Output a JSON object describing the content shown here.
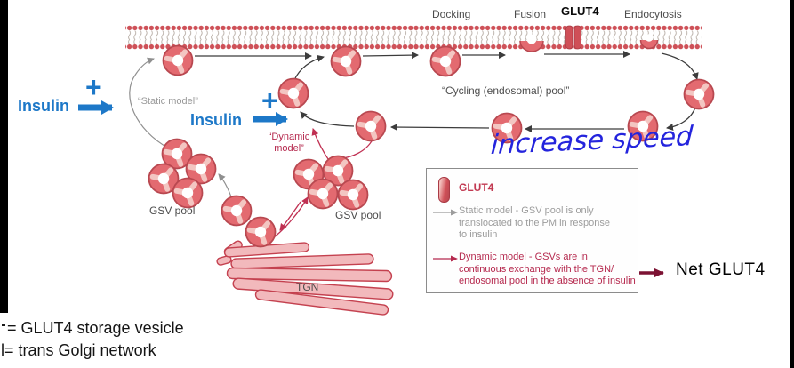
{
  "figure": {
    "insulin_left_label": "Insulin",
    "insulin_mid_label": "Insulin",
    "plus_left": "+",
    "plus_mid": "+",
    "static_model_label": "“Static model”",
    "dynamic_model_lines": [
      "“Dynamic",
      "model”"
    ],
    "membrane_labels": {
      "docking": "Docking",
      "fusion": "Fusion",
      "glut4": "GLUT4",
      "endocytosis": "Endocytosis"
    },
    "cycling_pool_label": "“Cycling (endosomal) pool”",
    "gsv_pool_left_label": "GSV pool",
    "gsv_pool_right_label": "GSV pool",
    "tgn_label": "TGN"
  },
  "annotations": {
    "handwriting": "increase speed",
    "net_glut4": "Net GLUT4"
  },
  "legend": {
    "glut4_label": "GLUT4",
    "static_lines": [
      "Static model - GSV pool is only",
      "translocated to the PM in response",
      "to insulin"
    ],
    "dynamic_lines": [
      "Dynamic model - GSVs are in",
      "continuous exchange with the TGN/",
      "endosomal pool in the absence of insulin"
    ]
  },
  "footnotes": {
    "line1": "= GLUT4 storage vesicle",
    "line2": "l= trans Golgi network"
  },
  "colors": {
    "insulin_blue": "#1d78c8",
    "vesicle_red": "#e36a70",
    "dynamic_red": "#c03052",
    "static_gray": "#8f8f8f",
    "net_arrow_maroon": "#7c1233",
    "handwriting_blue": "#2424dd"
  }
}
